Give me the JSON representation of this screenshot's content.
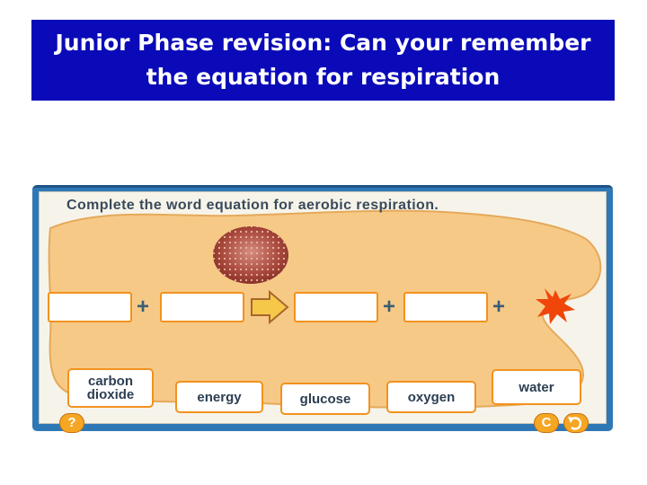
{
  "slide": {
    "title_line1": "Junior Phase revision: Can your remember",
    "title_line2": "the equation for respiration"
  },
  "activity": {
    "instruction": "Complete the word equation for aerobic respiration.",
    "equation": {
      "slots": [
        "",
        "",
        "",
        ""
      ],
      "plus_sign": "+",
      "arrow_icon": "arrow-right-icon",
      "energy_icon": "energy-burst-icon"
    },
    "word_cards": [
      "carbon\ndioxide",
      "energy",
      "glucose",
      "oxygen",
      "water"
    ],
    "controls": {
      "help_label": "?",
      "reset_label": "C",
      "undo_icon": "undo-icon"
    },
    "colors": {
      "frame": "#2f78b6",
      "cell": "#f7c987",
      "card_border": "#f2921e",
      "title_banner": "#0a0ab8"
    }
  }
}
